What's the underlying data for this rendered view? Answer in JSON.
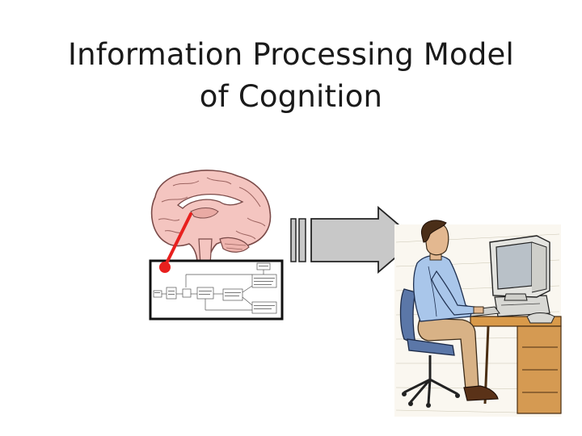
{
  "slide": {
    "title_line1": "Information Processing Model",
    "title_line2": "of Cognition"
  },
  "colors": {
    "brain_fill": "#f4c5c0",
    "arrow_fill": "#c8c8c8",
    "pointer_red": "#e8201e",
    "diagram_border": "#111111"
  },
  "icons": [
    "brain-illustration",
    "flow-diagram-thumbnail",
    "right-arrow",
    "person-at-computer-illustration"
  ]
}
